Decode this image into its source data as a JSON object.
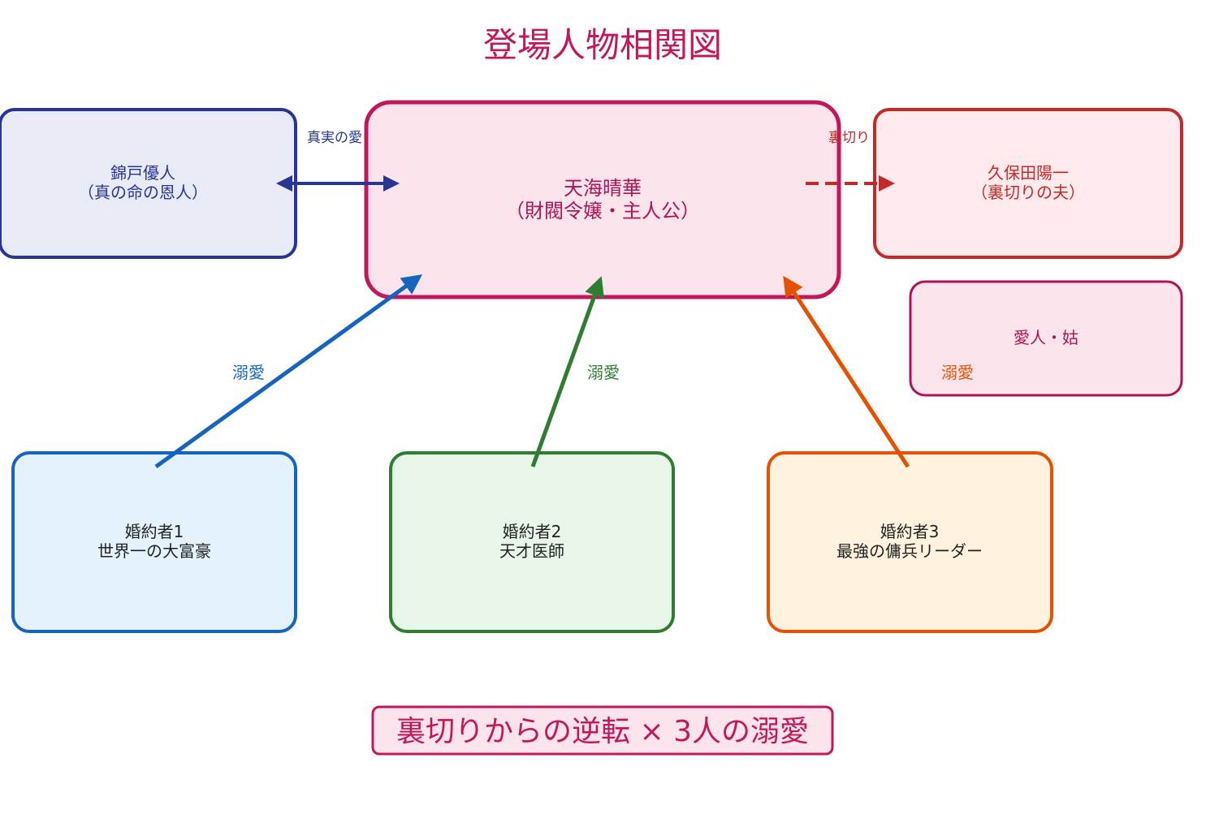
{
  "title": "登場人物相関図",
  "colors": {
    "main": "#c2185b",
    "main_fill": "#fce4ec",
    "nishikido": "#283593",
    "nishikido_fill": "#e8eaf6",
    "kubota": "#c62828",
    "kubota_fill": "#ffebee",
    "aijin": "#ad1457",
    "fiance1": "#1565c0",
    "fiance1_fill": "#e3f2fd",
    "fiance2": "#2e7d32",
    "fiance2_fill": "#e8f5e9",
    "fiance3": "#e65100",
    "fiance3_fill": "#fff3e0"
  },
  "nodes": {
    "main": {
      "line1": "天海晴華",
      "line2": "（財閥令嬢・主人公）"
    },
    "nishikido": {
      "line1": "錦戸優人",
      "line2": "（真の命の恩人）"
    },
    "kubota": {
      "line1": "久保田陽一",
      "line2": "（裏切りの夫）"
    },
    "aijin": {
      "line1": "愛人・姑"
    },
    "fiance1": {
      "line1": "婚約者1",
      "line2": "世界一の大富豪"
    },
    "fiance2": {
      "line1": "婚約者2",
      "line2": "天才医師"
    },
    "fiance3": {
      "line1": "婚約者3",
      "line2": "最強の傭兵リーダー"
    }
  },
  "edges": {
    "true_love": "真実の愛",
    "betrayal": "裏切り",
    "dote1": "溺愛",
    "dote2": "溺愛",
    "dote3": "溺愛"
  },
  "footer": "裏切りからの逆転 × 3人の溺愛"
}
